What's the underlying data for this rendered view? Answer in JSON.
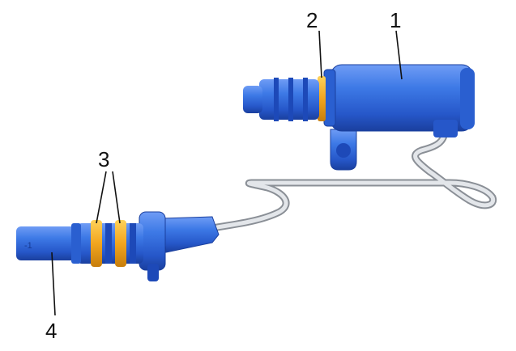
{
  "callouts": {
    "c1": "1",
    "c2": "2",
    "c3": "3",
    "c4": "4"
  },
  "colors": {
    "body": "#2f6fe0",
    "body_dark": "#1d49b8",
    "body_light": "#5a8ff2",
    "seal": "#f2a51e",
    "wire": "#c9cdd2",
    "wire_edge": "#8a8f96"
  }
}
